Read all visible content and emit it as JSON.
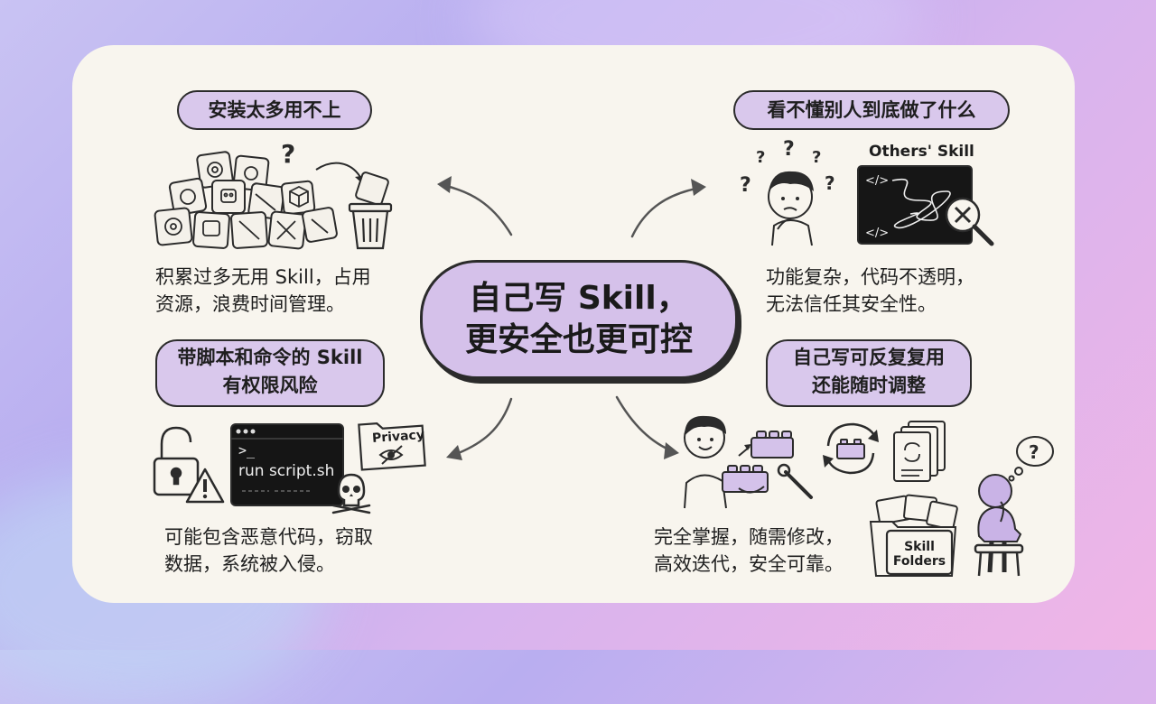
{
  "center": {
    "line1": "自己写 Skill，",
    "line2": "更安全也更可控"
  },
  "top_left": {
    "heading": "安装太多用不上",
    "description": "积累过多无用 Skill，占用\n资源，浪费时间管理。"
  },
  "top_right": {
    "heading": "看不懂别人到底做了什么",
    "description": "功能复杂，代码不透明，\n无法信任其安全性。",
    "illustration_label": "Others' Skill"
  },
  "bottom_left": {
    "heading_line1": "带脚本和命令的 Skill",
    "heading_line2": "有权限风险",
    "description": "可能包含恶意代码，窃取\n数据，系统被入侵。",
    "terminal_prompt": ">_",
    "terminal_command": "run script.sh",
    "folder_label": "Privacy"
  },
  "bottom_right": {
    "heading_line1": "自己写可反复复用",
    "heading_line2": "还能随时调整",
    "description": "完全掌握，随需修改，\n高效迭代，安全可靠。",
    "folder_label_line1": "Skill",
    "folder_label_line2": "Folders"
  },
  "icons": [
    "gear-icon",
    "robot-icon",
    "wrench-icon",
    "cube-icon",
    "trash-icon",
    "question-icon",
    "magnifier-x-icon",
    "lock-icon",
    "warning-icon",
    "skull-icon",
    "eye-slash-icon",
    "lego-icon",
    "refresh-icon",
    "document-icon",
    "folder-icon"
  ]
}
